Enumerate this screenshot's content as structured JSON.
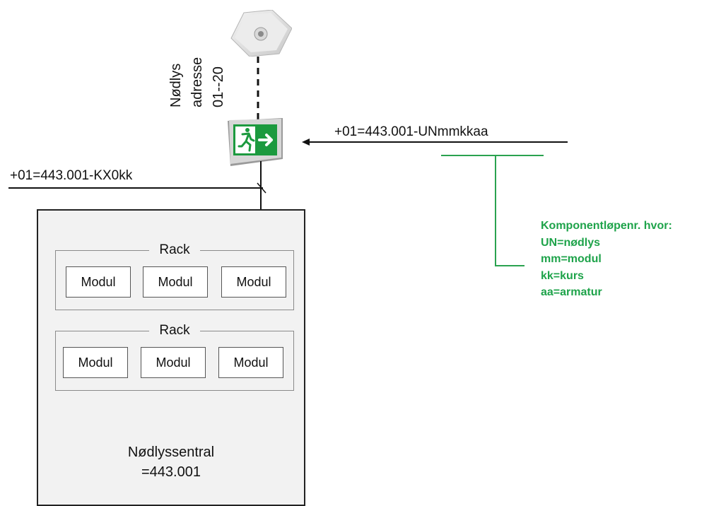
{
  "emergency_light": {
    "address_lines": [
      "Nødlys",
      "adresse",
      "01--20"
    ]
  },
  "codes": {
    "component": "+01=443.001-UNmmkkaa",
    "cable": "+01=443.001-KX0kk"
  },
  "central": {
    "racks": [
      {
        "label": "Rack",
        "modules": [
          "Modul",
          "Modul",
          "Modul"
        ]
      },
      {
        "label": "Rack",
        "modules": [
          "Modul",
          "Modul",
          "Modul"
        ]
      }
    ],
    "name_line1": "Nødlyssentral",
    "name_line2": "=443.001"
  },
  "legend": {
    "title": "Komponentløpenr. hvor:",
    "items": [
      "UN=nødlys",
      "mm=modul",
      "kk=kurs",
      "aa=armatur"
    ],
    "color": "#1ea34a"
  }
}
